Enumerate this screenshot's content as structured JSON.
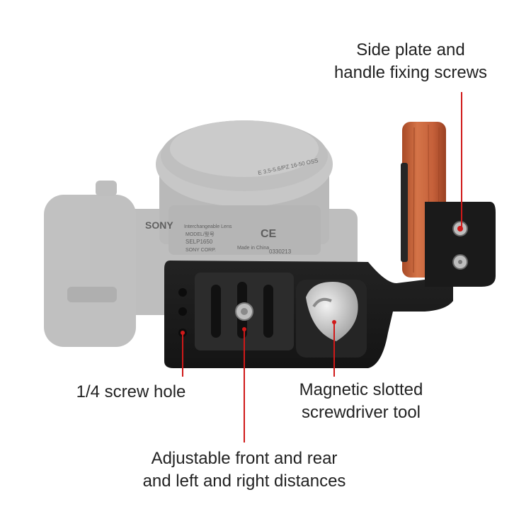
{
  "labels": {
    "side_plate": [
      "Side plate and",
      "handle fixing screws"
    ],
    "screw_hole": [
      "1/4 screw hole"
    ],
    "screwdriver": [
      "Magnetic slotted",
      "screwdriver tool"
    ],
    "adjustable": [
      "Adjustable front and rear",
      "and left and right distances"
    ]
  },
  "lens_text": {
    "brand": "SONY",
    "ring": "E 3.5-5.6/PZ 16-50 OSS",
    "line1": "Interchangeable Lens",
    "line2": "MODEL/型号",
    "line3": "SELP1650",
    "line4": "SONY CORP.",
    "line5": "Made in China",
    "serial": "0330213",
    "mark": "CE"
  },
  "colors": {
    "callout_line": "#d01919",
    "plate": "#1c1c1c",
    "wood": "#c8633a"
  }
}
